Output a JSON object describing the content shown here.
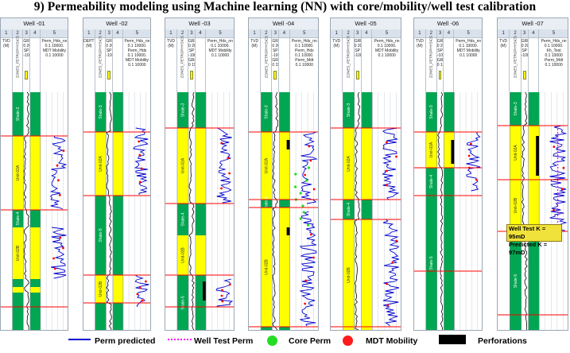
{
  "title": "9) Permeability modeling using Machine learning (NN) with core/mobility/well test calibration",
  "header": {
    "track_numbers": [
      "1",
      "2",
      "3",
      "4",
      "5"
    ],
    "depth_tvd": "TVD\n(M)",
    "depth_dept": "DEPT\n(M)",
    "zones_label": "ZONES_PETROPHYSICS",
    "log_gr": "GRED\n0 200.\nSP\n-100 .",
    "log_gr_alt": "GRED\n0 200.\nSP\n-100 .\nGRds\n0 150.",
    "perm_nn": "Perm_Hds_nn\n0.1 10000.",
    "perm_hds": "Perm_Hds\n0.1 10000.",
    "mdt": "MDT Mobility\n0.1 10000",
    "kh_test": "Kh_Test\n0.1 10000",
    "perm_mdt": "Perm_Mdt\n0.1 10000"
  },
  "wells": [
    {
      "name": "Well -01",
      "depth": "tvd",
      "zones": [
        "Shale-3",
        "Unit-02A",
        "Shale-4",
        "Unit-02B"
      ]
    },
    {
      "name": "Well -02",
      "depth": "dept",
      "zones": [
        "Shale-3",
        "Unit-02A",
        "Shale-5",
        "Unit-02B"
      ]
    },
    {
      "name": "Well -03",
      "depth": "tvd",
      "zones": [
        "Shale-3",
        "Unit-02A",
        "Shale-4",
        "Unit-02B",
        "Shale-5"
      ]
    },
    {
      "name": "Well -04",
      "depth": "tvd",
      "zones": [
        "Shale-3",
        "Unit-02A",
        "Shale-4",
        "Unit-02B"
      ]
    },
    {
      "name": "Well -05",
      "depth": "tvd",
      "zones": [
        "Shale-3",
        "Unit-02A",
        "Shale-4",
        "Unit-02B"
      ]
    },
    {
      "name": "Well -06",
      "depth": "tvd",
      "zones": [
        "Shale-3",
        "Unit-02A",
        "Shale-4",
        "Shale-5"
      ]
    },
    {
      "name": "Well -07",
      "depth": "tvd",
      "zones": [
        "Shale-3",
        "Unit-02A",
        "Unit-02B",
        "Shale-5"
      ]
    }
  ],
  "well_test": {
    "line1": "Well Test K = 95mD",
    "line2": "Predicted K = 97mD"
  },
  "legend": {
    "perm_predicted": "Perm predicted",
    "well_test_perm": "Well Test Perm",
    "core_perm": "Core Perm",
    "mdt_mobility": "MDT Mobility",
    "perforations": "Perforations"
  },
  "colors": {
    "sand": "#ffff00",
    "shale": "#00a651",
    "gr_curve": "#000000",
    "perm_predicted": "#0000cc",
    "well_test": "#ff00ff",
    "core": "#22dd22",
    "mdt": "#ff0000",
    "zone_top": "#ff0000",
    "perforation": "#000000"
  }
}
